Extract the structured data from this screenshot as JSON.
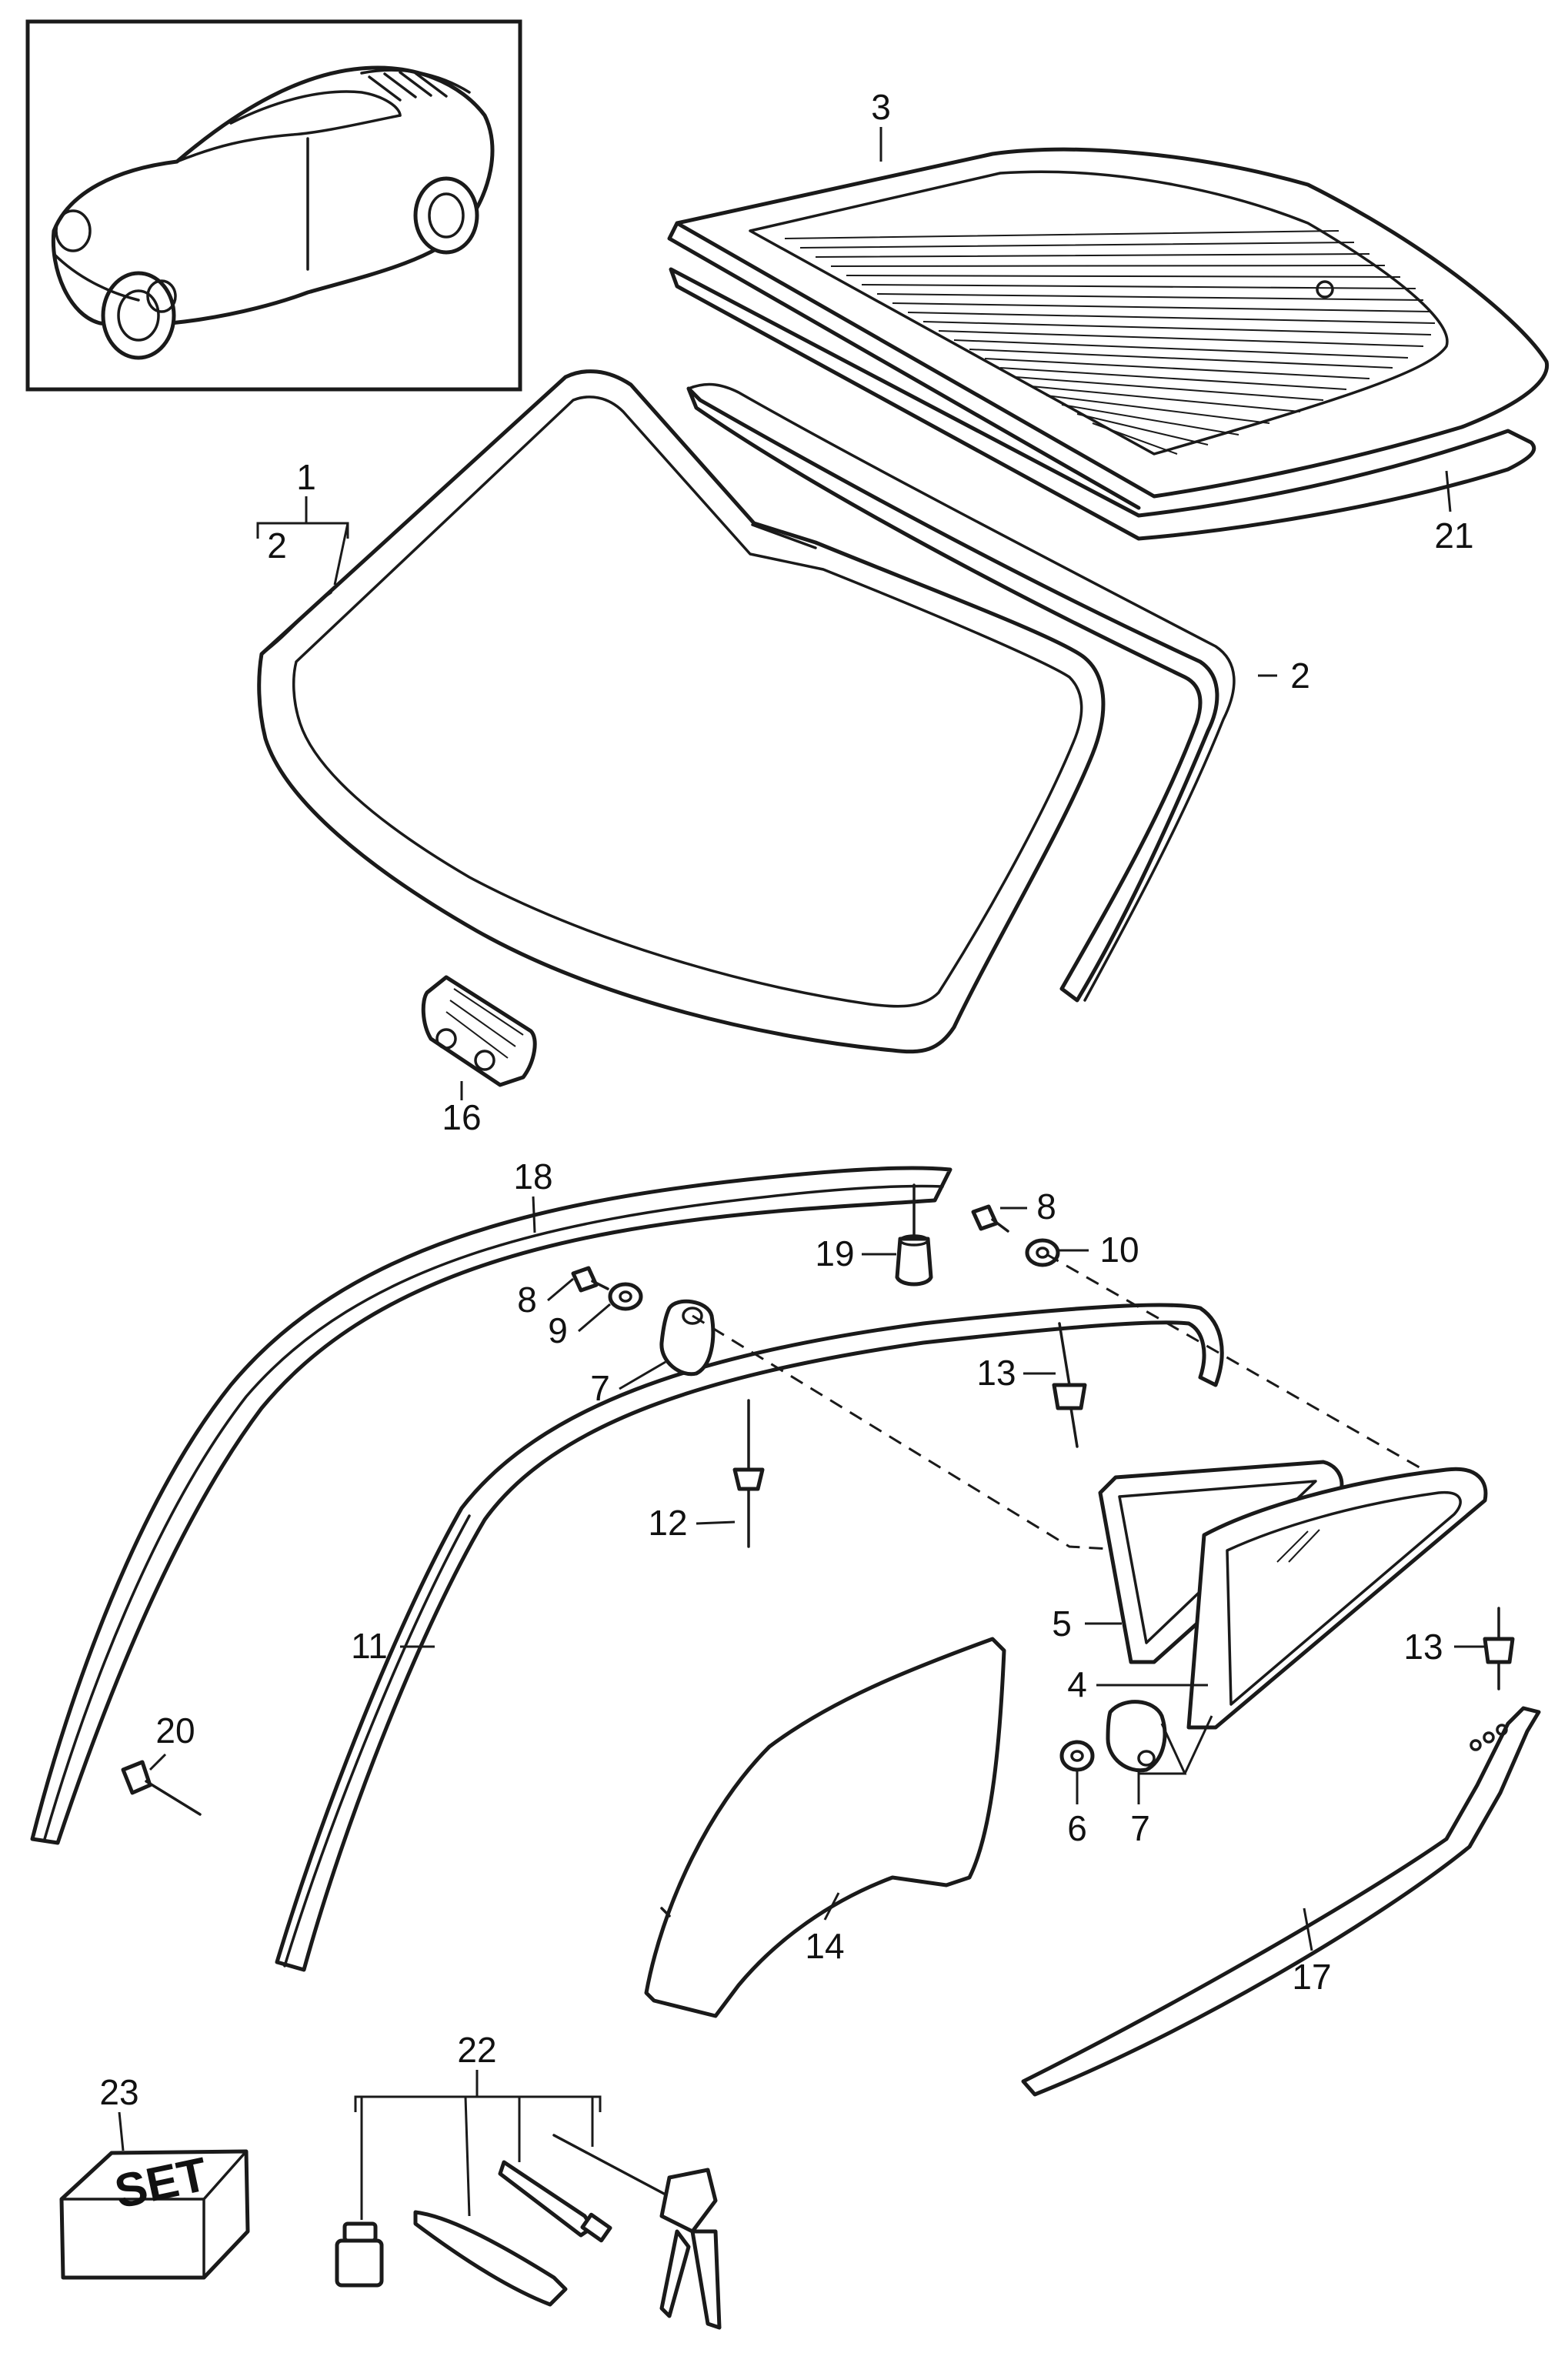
{
  "callouts": {
    "c1": "1",
    "c2a": "2",
    "c2b": "2",
    "c3": "3",
    "c4": "4",
    "c5": "5",
    "c6": "6",
    "c7a": "7",
    "c7b": "7",
    "c8a": "8",
    "c8b": "8",
    "c9": "9",
    "c10": "10",
    "c11": "11",
    "c12": "12",
    "c13a": "13",
    "c13b": "13",
    "c14": "14",
    "c16": "16",
    "c17": "17",
    "c18": "18",
    "c19": "19",
    "c20": "20",
    "c21": "21",
    "c22": "22",
    "c23": "23"
  },
  "set_box_label": "SET",
  "icons": {
    "vehicle": "car-coupe-icon",
    "set": "set-box-icon"
  },
  "colors": {
    "line": "#1a1a1a",
    "background": "#ffffff"
  }
}
